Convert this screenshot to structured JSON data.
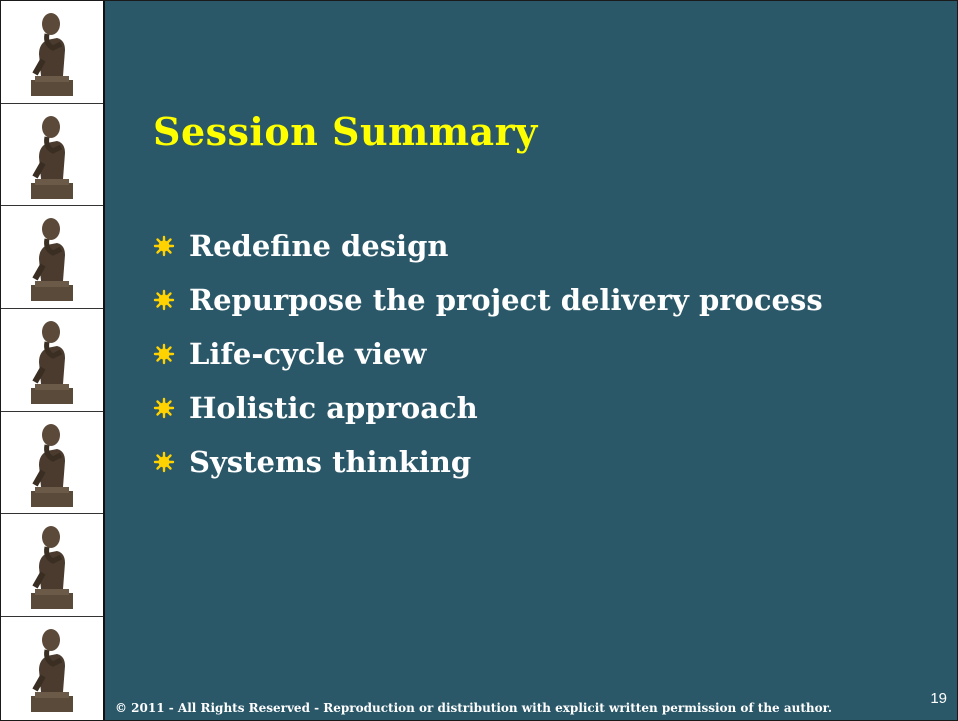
{
  "slide": {
    "title": "Session Summary",
    "bullets": [
      "Redefine design",
      "Repurpose the project delivery process",
      "Life-cycle view",
      "Holistic approach",
      "Systems thinking"
    ],
    "footer": "© 2011 - All Rights Reserved - Reproduction or distribution with explicit written permission of  the author.",
    "page_number": "19"
  },
  "colors": {
    "background": "#2a5869",
    "title": "#ffff00",
    "text": "#ffffff",
    "bullet": "#ffd200"
  },
  "decorations": {
    "left_rail_icon": "thinker-statue-icon",
    "left_rail_count": 7
  }
}
